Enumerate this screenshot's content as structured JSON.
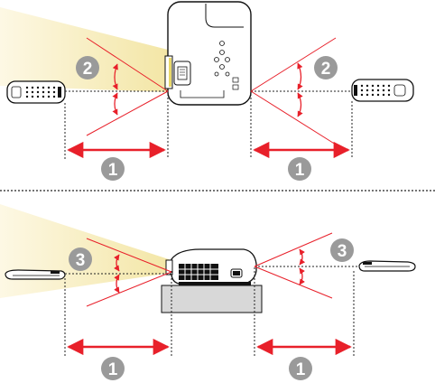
{
  "title": "",
  "colors": {
    "arrow": "#e8202a",
    "guide": "#222222",
    "beam_start": "#f3e6a6",
    "beam_end": "#fdf8e4",
    "callout_fill": "#9a9a9a",
    "callout_text": "#ffffff",
    "projector_body": "#ffffff",
    "projector_stroke": "#111111",
    "pedestal": "#d8d8d8"
  },
  "icons": [
    "projector-top-view",
    "projector-side-view",
    "remote-control",
    "light-beam",
    "distance-arrow",
    "angle-arrow",
    "callout-badge"
  ],
  "top_panel": {
    "view": "top",
    "callouts": {
      "left_angle": "2",
      "right_angle": "2",
      "left_distance": "1",
      "right_distance": "1"
    }
  },
  "bottom_panel": {
    "view": "side",
    "callouts": {
      "left_angle": "3",
      "right_angle": "3",
      "left_distance": "1",
      "right_distance": "1"
    }
  }
}
